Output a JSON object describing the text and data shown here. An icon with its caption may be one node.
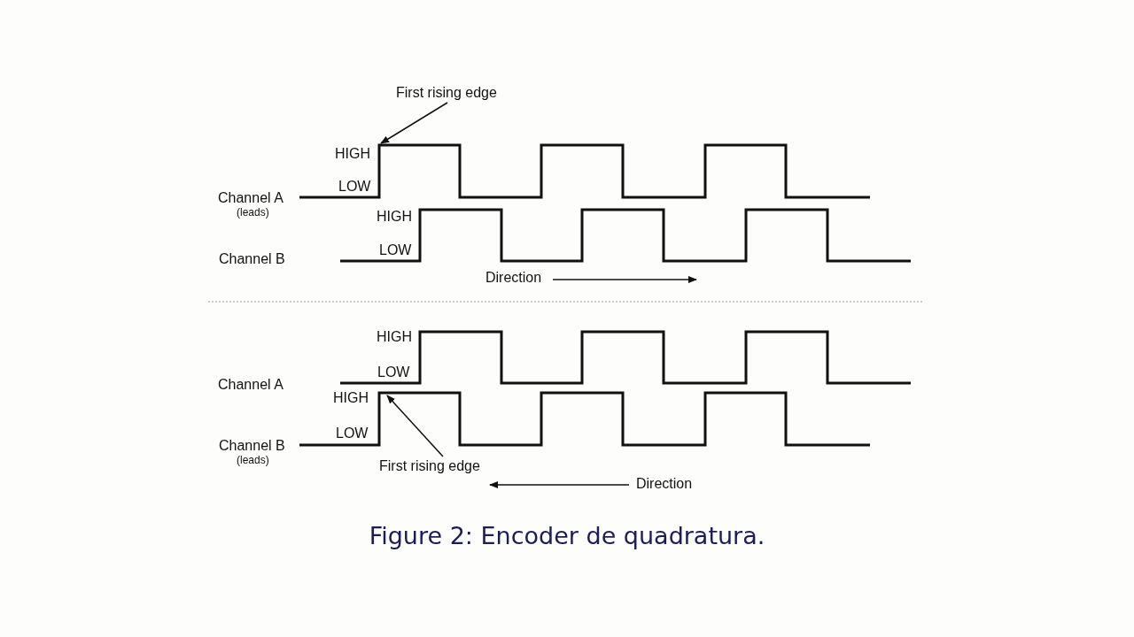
{
  "diagram": {
    "caption": "Figure 2: Encoder de quadratura.",
    "nodes": [
      {
        "text": [
          "First rising edge"
        ]
      },
      {
        "text": [],
        "shape": "waveform"
      },
      {
        "text": [],
        "shape": "waveform"
      },
      {
        "text": [
          "First rising edge"
        ]
      }
    ],
    "edges": [
      {
        "from": 0,
        "to": 1,
        "arrow": "to"
      },
      {
        "from": 3,
        "to": 2,
        "arrow": "to"
      }
    ],
    "labels": [
      "HIGH",
      "LOW",
      "Channel A",
      "(leads)",
      "HIGH",
      "LOW",
      "Channel B",
      "Direction",
      "HIGH",
      "LOW",
      "Channel A",
      "HIGH",
      "LOW",
      "Channel B",
      "(leads)",
      "Direction"
    ]
  }
}
